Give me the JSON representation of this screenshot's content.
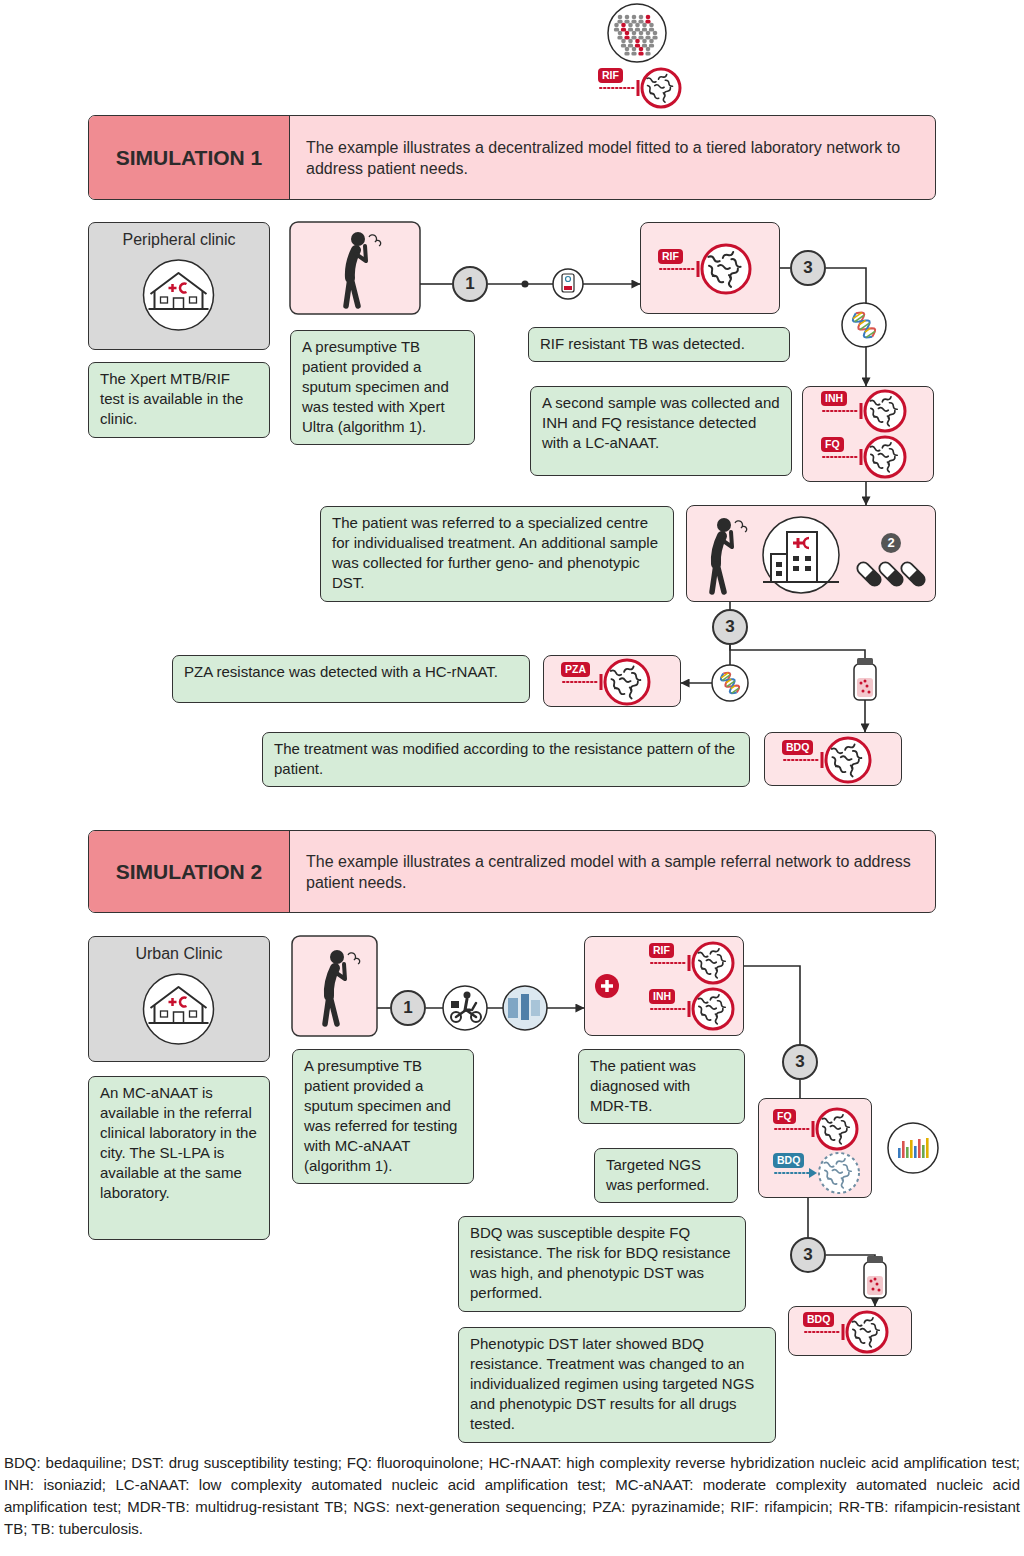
{
  "diagram": {
    "caption": "BDQ: bedaquiline; DST: drug susceptibility testing; FQ: fluoroquinolone; HC-rNAAT: high complexity reverse hybridization nucleic acid amplification test; INH: isoniazid; LC-aNAAT: low complexity automated nucleic acid amplification test; MC-aNAAT: moderate complexity automated nucleic acid amplification test; MDR-TB: multidrug-resistant TB; NGS: next-generation sequencing; PZA: pyrazinamide; RIF: rifampicin; RR-TB: rifampicin-resistant TB; TB: tuberculosis.",
    "nodes": [
      {
        "text": [
          "SIMULATION 1",
          "The example illustrates a decentralized model fitted to a tiered laboratory network to address patient needs."
        ]
      },
      {
        "text": [
          "Peripheral clinic"
        ]
      },
      {
        "text": [
          "The Xpert MTB/RIF test is available in the clinic."
        ]
      },
      {
        "text": [
          "A presumptive TB patient provided a sputum specimen and was tested with Xpert Ultra (algorithm 1)."
        ]
      },
      {
        "text": [
          "1"
        ]
      },
      {
        "text": [
          "RIF"
        ]
      },
      {
        "text": [
          "RIF resistant TB was detected."
        ]
      },
      {
        "text": [
          "3"
        ]
      },
      {
        "text": [
          "A second sample was collected and INH and FQ resistance detected with a LC-aNAAT."
        ]
      },
      {
        "text": [
          "INH",
          "FQ"
        ]
      },
      {
        "text": [
          "The patient was referred to a specialized centre for individualised treatment. An additional sample was collected for further geno- and phenotypic DST."
        ]
      },
      {
        "text": [
          "2"
        ]
      },
      {
        "text": [
          "3"
        ]
      },
      {
        "text": [
          "PZA resistance was detected with a HC-rNAAT."
        ]
      },
      {
        "text": [
          "PZA"
        ]
      },
      {
        "text": [
          "The treatment was modified according to the resistance pattern of the patient."
        ]
      },
      {
        "text": [
          "BDQ"
        ]
      },
      {
        "text": [
          "SIMULATION 2",
          "The example illustrates a centralized model with a sample referral network to address patient needs."
        ]
      },
      {
        "text": [
          "Urban Clinic"
        ]
      },
      {
        "text": [
          "An MC-aNAAT is available in the referral clinical laboratory in the city. The SL-LPA is available at the same laboratory."
        ]
      },
      {
        "text": [
          "A presumptive TB patient provided a sputum specimen and was referred for testing with MC-aNAAT (algorithm 1)."
        ]
      },
      {
        "text": [
          "1"
        ]
      },
      {
        "text": [
          "RIF",
          "INH"
        ]
      },
      {
        "text": [
          "The patient was diagnosed with MDR-TB."
        ]
      },
      {
        "text": [
          "3"
        ]
      },
      {
        "text": [
          "FQ",
          "BDQ"
        ]
      },
      {
        "text": [
          "Targeted NGS was performed."
        ]
      },
      {
        "text": [
          "BDQ was susceptible despite FQ resistance. The risk for BDQ resistance was high, and phenotypic DST was performed."
        ]
      },
      {
        "text": [
          "3"
        ]
      },
      {
        "text": [
          "BDQ"
        ]
      },
      {
        "text": [
          "Phenotypic DST later showed BDQ resistance. Treatment was changed to an individualized regimen using targeted NGS and phenotypic DST results for all drugs tested."
        ]
      }
    ],
    "edges": [
      {
        "from": 4,
        "to": 5,
        "arrow": "to"
      },
      {
        "from": 5,
        "to": 7,
        "arrow": "none"
      },
      {
        "from": 7,
        "to": 9,
        "arrow": "to"
      },
      {
        "from": 9,
        "to": 11,
        "arrow": "to"
      },
      {
        "from": 11,
        "to": 12,
        "arrow": "none"
      },
      {
        "from": 12,
        "to": 14,
        "arrow": "to"
      },
      {
        "from": 12,
        "to": 16,
        "arrow": "to"
      },
      {
        "from": 21,
        "to": 22,
        "arrow": "to"
      },
      {
        "from": 22,
        "to": 24,
        "arrow": "none"
      },
      {
        "from": 24,
        "to": 25,
        "arrow": "none"
      },
      {
        "from": 25,
        "to": 28,
        "arrow": "none"
      },
      {
        "from": 28,
        "to": 29,
        "arrow": "to"
      }
    ],
    "labels": [
      "RIF"
    ]
  }
}
